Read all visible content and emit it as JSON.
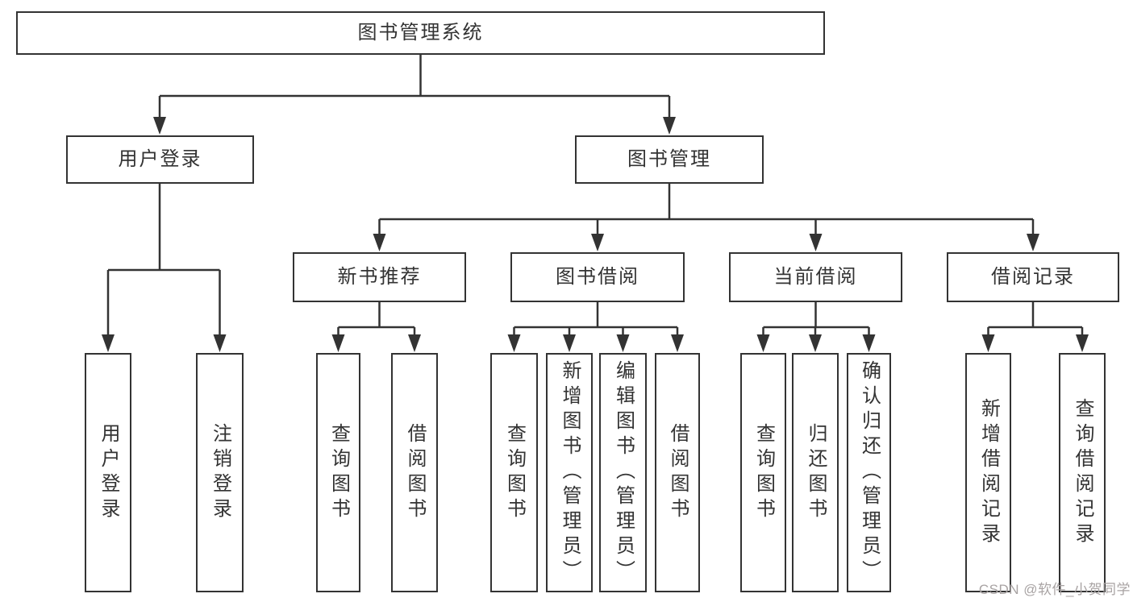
{
  "diagram": {
    "title": "图书管理系统",
    "nodes": {
      "root": {
        "label": "图书管理系统"
      },
      "user_login": {
        "label": "用户登录"
      },
      "book_mgmt": {
        "label": "图书管理"
      },
      "new_book_rec": {
        "label": "新书推荐"
      },
      "book_borrow": {
        "label": "图书借阅"
      },
      "current_borrow": {
        "label": "当前借阅"
      },
      "borrow_records": {
        "label": "借阅记录"
      },
      "leaf_user_login": {
        "label": "用户登录"
      },
      "leaf_logout": {
        "label": "注销登录"
      },
      "leaf_nbr_query_books": {
        "label": "查询图书"
      },
      "leaf_nbr_borrow_books": {
        "label": "借阅图书"
      },
      "leaf_bb_query_books": {
        "label": "查询图书"
      },
      "leaf_bb_add_books": {
        "label": "新增图书（管理员）"
      },
      "leaf_bb_edit_books": {
        "label": "编辑图书（管理员）"
      },
      "leaf_bb_borrow_books": {
        "label": "借阅图书"
      },
      "leaf_cb_query_books": {
        "label": "查询图书"
      },
      "leaf_cb_return_books": {
        "label": "归还图书"
      },
      "leaf_cb_confirm_return": {
        "label": "确认归还（管理员）"
      },
      "leaf_br_add_record": {
        "label": "新增借阅记录"
      },
      "leaf_br_query_record": {
        "label": "查询借阅记录"
      }
    },
    "watermark": "CSDN @软件_小贺同学",
    "colors": {
      "line": "#333333",
      "node_border": "#333333",
      "text": "#333333",
      "background": "#ffffff",
      "watermark": "#a8a3a3"
    }
  }
}
